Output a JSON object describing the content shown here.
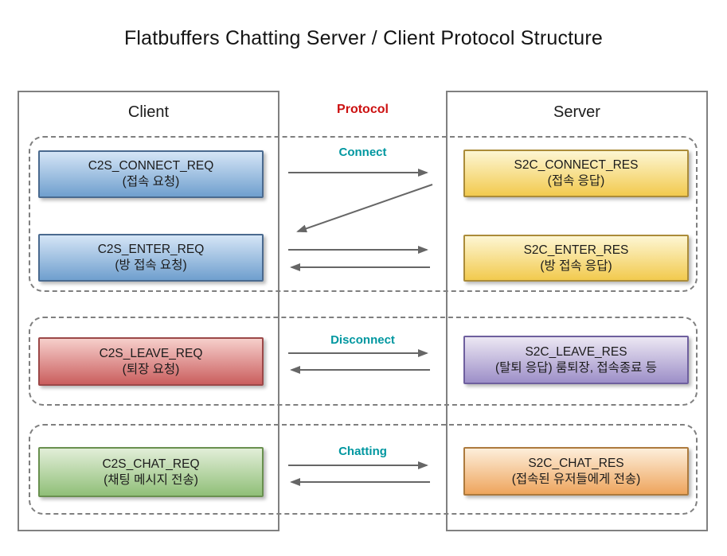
{
  "title": "Flatbuffers Chatting Server / Client Protocol Structure",
  "client_column": {
    "title": "Client"
  },
  "server_column": {
    "title": "Server"
  },
  "protocol_label": "Protocol",
  "colors": {
    "protocol_label": "#cc1111",
    "section_label": "#0097a0",
    "arrow": "#666666"
  },
  "sections": [
    {
      "label": "Connect",
      "client_boxes": [
        {
          "name": "C2S_CONNECT_REQ",
          "desc": "(접속 요청)",
          "theme": "blue"
        },
        {
          "name": "C2S_ENTER_REQ",
          "desc": "(방 접속 요청)",
          "theme": "blue"
        }
      ],
      "server_boxes": [
        {
          "name": "S2C_CONNECT_RES",
          "desc": "(접속 응답)",
          "theme": "yellow"
        },
        {
          "name": "S2C_ENTER_RES",
          "desc": "(방 접속 응답)",
          "theme": "yellow"
        }
      ]
    },
    {
      "label": "Disconnect",
      "client_boxes": [
        {
          "name": "C2S_LEAVE_REQ",
          "desc": "(퇴장 요청)",
          "theme": "red"
        }
      ],
      "server_boxes": [
        {
          "name": "S2C_LEAVE_RES",
          "desc": "(탈퇴 응답) 룸퇴장, 접속종료 등",
          "theme": "purple"
        }
      ]
    },
    {
      "label": "Chatting",
      "client_boxes": [
        {
          "name": "C2S_CHAT_REQ",
          "desc": "(채팅 메시지 전송)",
          "theme": "green"
        }
      ],
      "server_boxes": [
        {
          "name": "S2C_CHAT_RES",
          "desc": "(접속된 유저들에게 전송)",
          "theme": "orange"
        }
      ]
    }
  ]
}
